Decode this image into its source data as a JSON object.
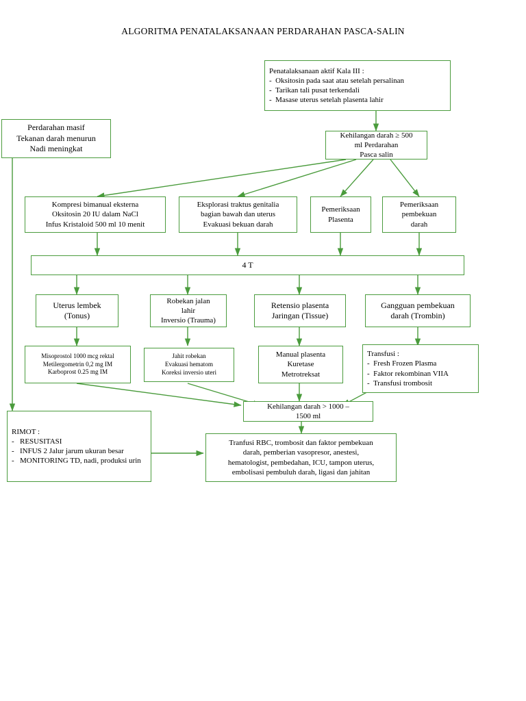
{
  "title": "ALGORITMA PENATALAKSANAAN PERDARAHAN PASCA-SALIN",
  "theme": {
    "border": "#4a9b3c",
    "text": "#000000",
    "background": "#ffffff"
  },
  "nodes": {
    "aktif_kala3": {
      "lines": [
        "Penatalaksanaan aktif Kala III :",
        "-  Oksitosin pada saat atau setelah persalinan",
        "-  Tarikan tali pusat terkendali",
        "-  Masase uterus setelah plasenta lahir"
      ]
    },
    "perdarahan_masif": {
      "lines": [
        "Perdarahan masif",
        "Tekanan darah menurun",
        "Nadi meningkat"
      ]
    },
    "kehilangan_500": {
      "lines": [
        "Kehilangan darah ≥ 500",
        "ml Perdarahan",
        "Pasca salin"
      ]
    },
    "kompresi": {
      "lines": [
        "Kompresi bimanual eksterna",
        "Oksitosin 20 IU dalam NaCl",
        "Infus Kristaloid 500 ml 10 menit"
      ]
    },
    "eksplorasi": {
      "lines": [
        "Eksplorasi traktus genitalia",
        "bagian bawah dan uterus",
        "Evakuasi bekuan darah"
      ]
    },
    "pem_plasenta": {
      "lines": [
        "Pemeriksaan",
        "Plasenta"
      ]
    },
    "pem_pembekuan": {
      "lines": [
        "Pemeriksaan",
        "pembekuan",
        "darah"
      ]
    },
    "empat_t": {
      "lines": [
        "4 T"
      ]
    },
    "tonus": {
      "lines": [
        "Uterus lembek",
        "(Tonus)"
      ]
    },
    "trauma": {
      "lines": [
        "Robekan jalan",
        "lahir",
        "Inversio (Trauma)"
      ]
    },
    "tissue": {
      "lines": [
        "Retensio plasenta",
        "Jaringan (Tissue)"
      ]
    },
    "trombin": {
      "lines": [
        "Gangguan pembekuan",
        "darah (Trombin)"
      ]
    },
    "obat_tonus": {
      "lines": [
        "Misoprostol 1000 mcg rektal",
        "Metilergometrin 0,2 mg IM",
        "Karboprost 0.25 mg IM"
      ]
    },
    "obat_trauma": {
      "lines": [
        "Jahit robekan",
        "Evakuasi hematom",
        "Koreksi inversio uteri"
      ]
    },
    "obat_tissue": {
      "lines": [
        "Manual plasenta",
        "Kuretase",
        "Metrotreksat"
      ]
    },
    "transfusi": {
      "lines": [
        "Transfusi :",
        "-  Fresh Frozen Plasma",
        "-  Faktor rekombinan VIIA",
        "-  Transfusi trombosit"
      ]
    },
    "kehilangan_1000": {
      "lines": [
        "Kehilangan darah > 1000 –",
        "1500 ml"
      ]
    },
    "rimot": {
      "heading": "RIMOT :",
      "items": [
        "RESUSITASI",
        "INFUS 2 Jalur jarum ukuran besar",
        "MONITORING TD, nadi, produksi urin"
      ],
      "dash": "-"
    },
    "tranfusi_rbc": {
      "lines": [
        "Tranfusi RBC, trombosit dan faktor pembekuan",
        "darah, pemberian vasopresor, anestesi,",
        "hematologist, pembedahan, ICU, tampon uterus,",
        "embolisasi pembuluh darah, ligasi dan jahitan"
      ]
    }
  }
}
